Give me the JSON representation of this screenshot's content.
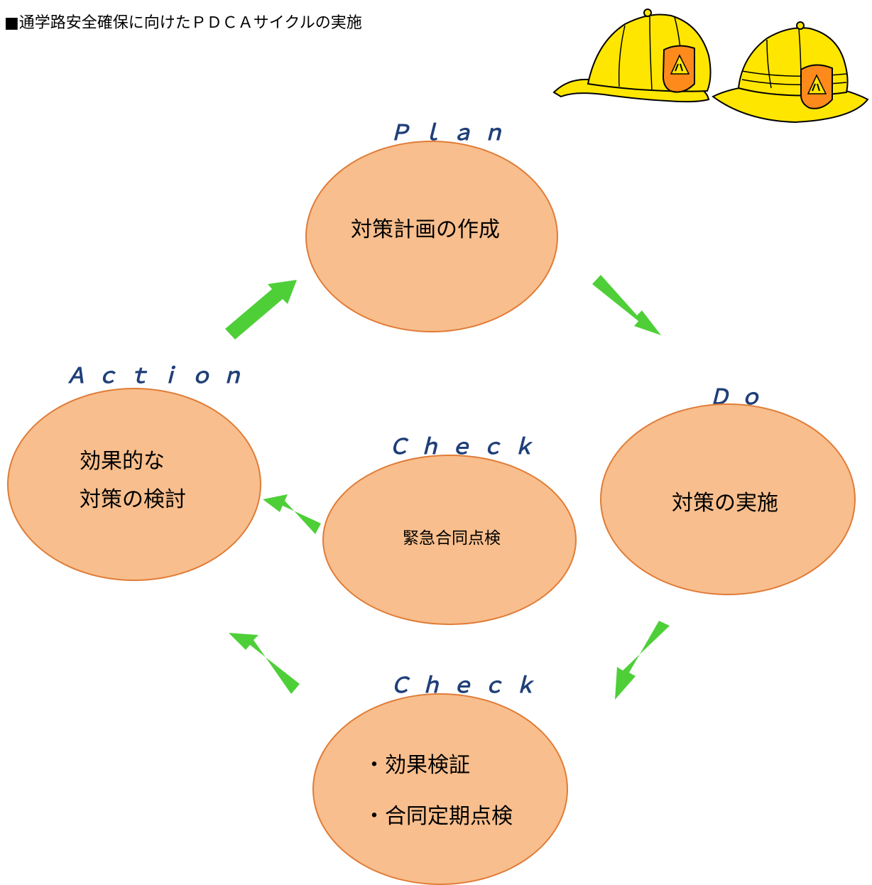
{
  "title": "■通学路安全確保に向けたＰＤＣＡサイクルの実施",
  "stages": {
    "plan": {
      "label": "Ｐｌａｎ",
      "text": "対策計画の作成"
    },
    "do": {
      "label": "Ｄｏ",
      "text": "対策の実施"
    },
    "check_main": {
      "label": "Ｃｈｅｃｋ",
      "line1": "・効果検証",
      "line2": "・合同定期点検"
    },
    "check_emergency": {
      "label": "Ｃｈｅｃｋ",
      "text": "緊急合同点検"
    },
    "action": {
      "label": "Ａｃｔｉｏｎ",
      "line1": "効果的な",
      "line2": "対策の検討"
    }
  },
  "colors": {
    "node_fill": "#f8be8d",
    "node_border": "#e07c37",
    "arrow": "#4ecf38",
    "label": "#1f3f78",
    "hat": "#ffe600",
    "badge": "#ff8a1c"
  },
  "icons": [
    "school-hat-icon",
    "school-hat-icon"
  ]
}
